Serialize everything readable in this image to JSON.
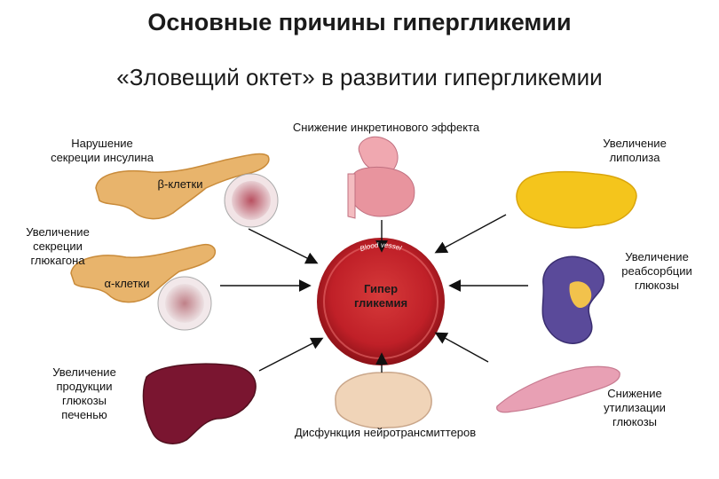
{
  "title": "Основные  причины  гипергликемии",
  "subtitle": "«Зловещий октет» в развитии гипергликемии",
  "center": {
    "line1": "Гипер",
    "line2": "гликемия",
    "vessel_label": "Blood vessel"
  },
  "labels": {
    "incretin": "Снижение инкретинового эффекта",
    "insulin_1": "Нарушение",
    "insulin_2": "секреции инсулина",
    "beta_cells": "β-клетки",
    "glucagon_1": "Увеличение",
    "glucagon_2": "секреции",
    "glucagon_3": "глюкагона",
    "alpha_cells": "α-клетки",
    "liver_1": "Увеличение",
    "liver_2": "продукции",
    "liver_3": "глюкозы",
    "liver_4": "печенью",
    "neuro": "Дисфункция нейротрансмиттеров",
    "lipolysis_1": "Увеличение",
    "lipolysis_2": "липолиза",
    "kidney_1": "Увеличение",
    "kidney_2": "реабсорбции",
    "kidney_3": "глюкозы",
    "muscle_1": "Снижение",
    "muscle_2": "утилизации",
    "muscle_3": "глюкозы"
  },
  "colors": {
    "pancreas": "#e8b46c",
    "vessel": "#c8232b",
    "liver": "#7a1530",
    "fat": "#f4c51c",
    "kidney": "#5a4a9a",
    "muscle": "#e8a0b4",
    "brain": "#f0d4b8",
    "stomach": "#f0a8b0"
  },
  "icons": [
    "pancreas-image",
    "beta-cell-image",
    "alpha-cell-image",
    "liver-image",
    "brain-image",
    "muscle-image",
    "kidney-image",
    "fat-tissue-image",
    "gut-image",
    "blood-vessel-image"
  ]
}
